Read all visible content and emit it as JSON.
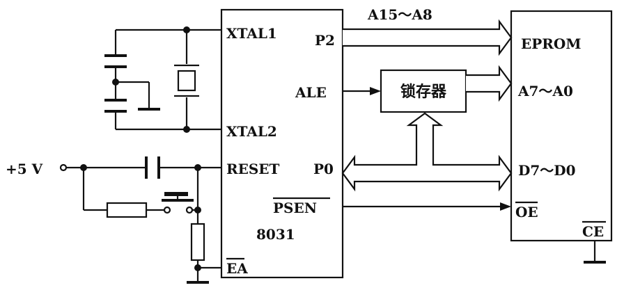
{
  "cpu": {
    "name": "8031",
    "pins": {
      "xtal1": "XTAL1",
      "xtal2": "XTAL2",
      "p2": "P2",
      "ale": "ALE",
      "reset": "RESET",
      "p0": "P0",
      "psen": "PSEN",
      "ea": "EA"
    }
  },
  "eprom": {
    "name": "EPROM",
    "pins": {
      "a7_a0": "A7～A0",
      "d7_d0": "D7～D0",
      "oe": "OE",
      "ce": "CE"
    }
  },
  "latch": {
    "label": "锁存器"
  },
  "buses": {
    "a15_a8": "A15～A8"
  },
  "power": {
    "label": "+5 V"
  },
  "colors": {
    "ink": "#111111",
    "background": "#ffffff"
  }
}
